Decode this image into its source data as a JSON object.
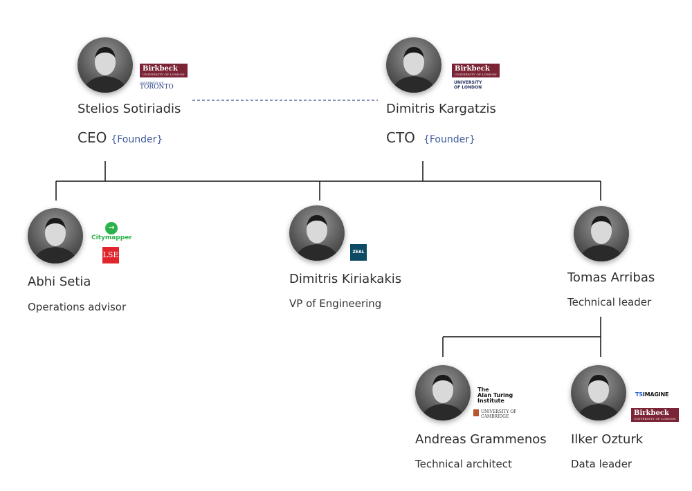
{
  "people": {
    "stelios": {
      "name": "Stelios Sotiriadis",
      "role": "CEO",
      "tag": "{Founder}"
    },
    "dimitrisk": {
      "name": "Dimitris Kargatzis",
      "role": "CTO",
      "tag": "{Founder}"
    },
    "abhi": {
      "name": "Abhi Setia",
      "role": "Operations advisor"
    },
    "kiriakakis": {
      "name": "Dimitris Kiriakakis",
      "role": "VP of Engineering"
    },
    "tomas": {
      "name": "Tomas Arribas",
      "role": "Technical leader"
    },
    "andreas": {
      "name": "Andreas Grammenos",
      "role": "Technical architect"
    },
    "ilker": {
      "name": "Ilker Ozturk",
      "role": "Data leader"
    }
  },
  "logos": {
    "birkbeck": "Birkbeck",
    "birkbeck_sub": "UNIVERSITY OF LONDON",
    "toronto_small": "UNIVERSITY OF",
    "toronto": "TORONTO",
    "uol_line1": "UNIVERSITY",
    "uol_line2": "OF LONDON",
    "citymapper": "Citymapper",
    "lse": "LSE",
    "zeal": "ZEAL",
    "turing_1": "The",
    "turing_2": "Alan Turing",
    "turing_3": "Institute",
    "cambridge_1": "UNIVERSITY OF",
    "cambridge_2": "CAMBRIDGE",
    "ts": "TS",
    "imagine": "IMAGINE"
  },
  "colors": {
    "tag": "#3d5a99",
    "birkbeck": "#7b2436",
    "citymapper": "#2bb24c",
    "lse": "#e0262c",
    "zeal": "#0d4a63",
    "dashed_link": "#3f4f86"
  }
}
